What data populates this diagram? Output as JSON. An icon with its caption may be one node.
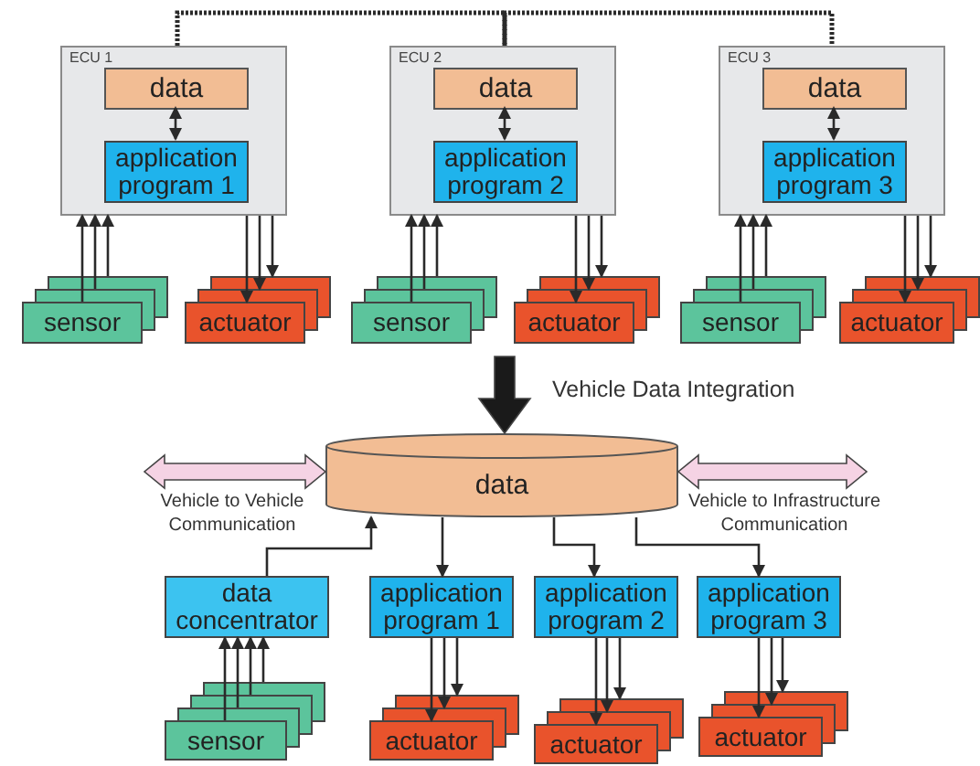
{
  "diagram": {
    "nodes": [
      {
        "text": [
          "ECU 1"
        ]
      },
      {
        "text": [
          "data"
        ],
        "in": 0
      },
      {
        "text": [
          "application program 1"
        ],
        "in": 0
      },
      {
        "text": [
          "ECU 2"
        ]
      },
      {
        "text": [
          "data"
        ],
        "in": 3
      },
      {
        "text": [
          "application program 2"
        ],
        "in": 3
      },
      {
        "text": [
          "ECU 3"
        ]
      },
      {
        "text": [
          "data"
        ],
        "in": 6
      },
      {
        "text": [
          "application program 3"
        ],
        "in": 6
      },
      {
        "text": [
          "sensor"
        ]
      },
      {
        "text": [
          "actuator"
        ]
      },
      {
        "text": [
          "sensor"
        ]
      },
      {
        "text": [
          "actuator"
        ]
      },
      {
        "text": [
          "sensor"
        ]
      },
      {
        "text": [
          "actuator"
        ]
      },
      {
        "text": [
          "data"
        ]
      },
      {
        "text": [
          "data concentrator"
        ]
      },
      {
        "text": [
          "application program 1"
        ]
      },
      {
        "text": [
          "application program 2"
        ]
      },
      {
        "text": [
          "application program 3"
        ]
      },
      {
        "text": [
          "sensor"
        ]
      },
      {
        "text": [
          "actuator"
        ]
      },
      {
        "text": [
          "actuator"
        ]
      },
      {
        "text": [
          "actuator"
        ]
      }
    ],
    "edges": [
      {
        "from": 1,
        "to": 2,
        "arrow": "both"
      },
      {
        "from": 4,
        "to": 5,
        "arrow": "both"
      },
      {
        "from": 7,
        "to": 8,
        "arrow": "both"
      },
      {
        "from": 0,
        "to": 3,
        "arrow": "none",
        "style": "dashed"
      },
      {
        "from": 3,
        "to": 6,
        "arrow": "none",
        "style": "dashed"
      },
      {
        "from": 9,
        "to": 0,
        "arrow": "to"
      },
      {
        "from": 9,
        "to": 0,
        "arrow": "to"
      },
      {
        "from": 9,
        "to": 0,
        "arrow": "to"
      },
      {
        "from": 0,
        "to": 10,
        "arrow": "to"
      },
      {
        "from": 0,
        "to": 10,
        "arrow": "to"
      },
      {
        "from": 0,
        "to": 10,
        "arrow": "to"
      },
      {
        "from": 11,
        "to": 3,
        "arrow": "to"
      },
      {
        "from": 11,
        "to": 3,
        "arrow": "to"
      },
      {
        "from": 11,
        "to": 3,
        "arrow": "to"
      },
      {
        "from": 3,
        "to": 12,
        "arrow": "to"
      },
      {
        "from": 3,
        "to": 12,
        "arrow": "to"
      },
      {
        "from": 3,
        "to": 12,
        "arrow": "to"
      },
      {
        "from": 13,
        "to": 6,
        "arrow": "to"
      },
      {
        "from": 13,
        "to": 6,
        "arrow": "to"
      },
      {
        "from": 13,
        "to": 6,
        "arrow": "to"
      },
      {
        "from": 6,
        "to": 14,
        "arrow": "to"
      },
      {
        "from": 6,
        "to": 14,
        "arrow": "to"
      },
      {
        "from": 6,
        "to": 14,
        "arrow": "to"
      },
      {
        "from": null,
        "to": 15,
        "arrow": "both",
        "label": "Vehicle to Vehicle Communication",
        "style": "thick",
        "color": "#f5d3e4"
      },
      {
        "from": 15,
        "to": null,
        "arrow": "both",
        "label": "Vehicle to Infrastructure Communication",
        "style": "thick",
        "color": "#f5d3e4"
      },
      {
        "from": null,
        "to": 15,
        "arrow": "to",
        "label": "Vehicle Data Integration",
        "style": "thick",
        "color": "#1a1a1a"
      },
      {
        "from": 16,
        "to": 15,
        "arrow": "to"
      },
      {
        "from": 15,
        "to": 17,
        "arrow": "to"
      },
      {
        "from": 15,
        "to": 18,
        "arrow": "to"
      },
      {
        "from": 15,
        "to": 19,
        "arrow": "to"
      },
      {
        "from": 20,
        "to": 16,
        "arrow": "to"
      },
      {
        "from": 20,
        "to": 16,
        "arrow": "to"
      },
      {
        "from": 20,
        "to": 16,
        "arrow": "to"
      },
      {
        "from": 20,
        "to": 16,
        "arrow": "to"
      },
      {
        "from": 17,
        "to": 21,
        "arrow": "to"
      },
      {
        "from": 17,
        "to": 21,
        "arrow": "to"
      },
      {
        "from": 17,
        "to": 21,
        "arrow": "to"
      },
      {
        "from": 18,
        "to": 22,
        "arrow": "to"
      },
      {
        "from": 18,
        "to": 22,
        "arrow": "to"
      },
      {
        "from": 18,
        "to": 22,
        "arrow": "to"
      },
      {
        "from": 19,
        "to": 23,
        "arrow": "to"
      },
      {
        "from": 19,
        "to": 23,
        "arrow": "to"
      },
      {
        "from": 19,
        "to": 23,
        "arrow": "to"
      }
    ]
  }
}
